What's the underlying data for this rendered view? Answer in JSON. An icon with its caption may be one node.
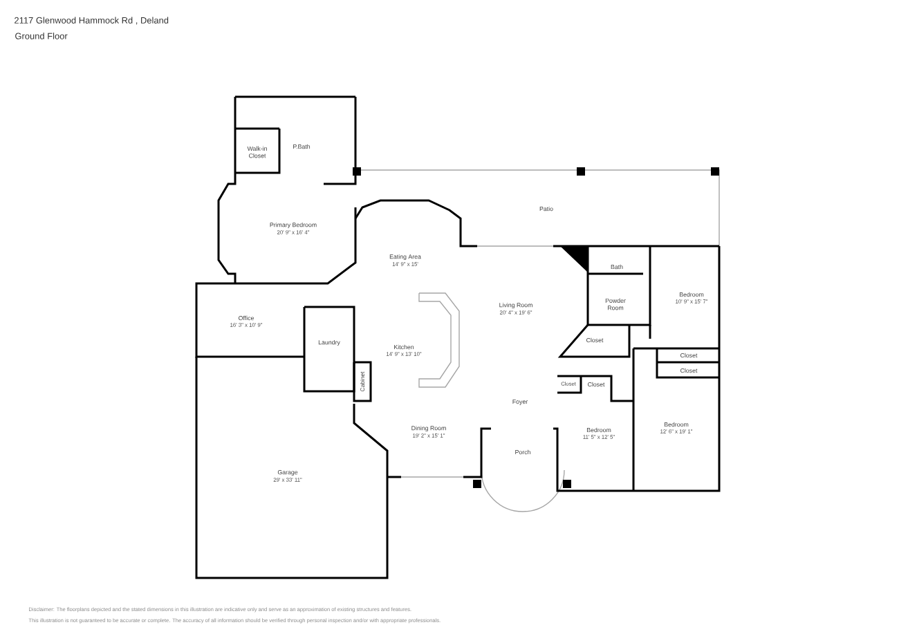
{
  "diagram": {
    "title": "2117 Glenwood Hammock Rd , Deland",
    "labels": [
      "Ground Floor",
      "Walk-in Closet",
      "P.Bath",
      "Primary Bedroom",
      "20' 9\" x 16' 4\"",
      "Patio",
      "Eating Area",
      "14' 9\" x 15'",
      "Bath",
      "Bedroom",
      "10' 9\" x 15' 7\"",
      "Living Room",
      "20' 4\" x 19' 6\"",
      "Powder Room",
      "Office",
      "16' 3\" x 10' 9\"",
      "Closet",
      "Laundry",
      "Kitchen",
      "14' 9\" x 13' 10\"",
      "Closet",
      "Cabinet",
      "Closet",
      "Closet",
      "Closet",
      "Foyer",
      "Bedroom",
      "12' 6\" x 19' 1\"",
      "Dining Room",
      "19' 2\" x 15' 1\"",
      "Bedroom",
      "11' 5\" x 12' 5\"",
      "Porch",
      "Garage",
      "29' x 33' 11\"",
      "Disclaimer: The floorplans depicted and the stated dimensions in this illustration are indicative only and serve as an approximation of existing structures and features.",
      "This illustration is not guaranteed to be accurate or complete. The accuracy of all information should be verified through personal inspection and/or with appropriate professionals."
    ]
  }
}
